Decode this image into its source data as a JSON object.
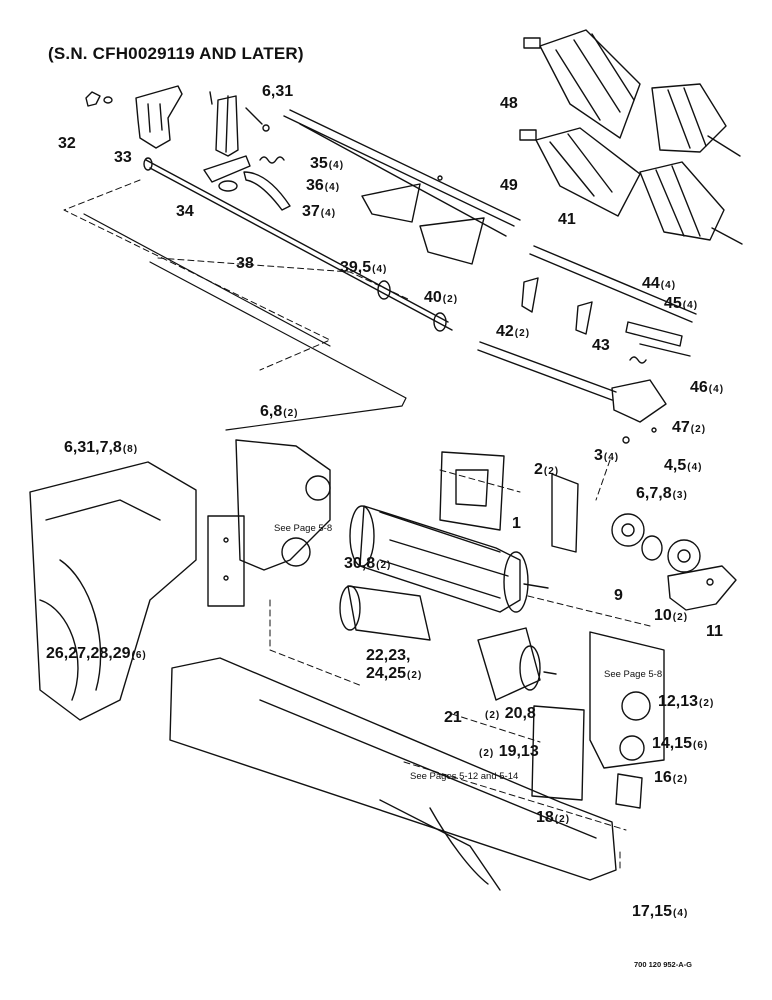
{
  "header": {
    "title": "(S.N. CFH0029119 AND LATER)"
  },
  "callouts": {
    "c6_31_top": {
      "label": "6,31",
      "qty": ""
    },
    "c32": {
      "label": "32",
      "qty": ""
    },
    "c33": {
      "label": "33",
      "qty": ""
    },
    "c34": {
      "label": "34",
      "qty": ""
    },
    "c35": {
      "label": "35",
      "qty": "(4)"
    },
    "c36": {
      "label": "36",
      "qty": "(4)"
    },
    "c37": {
      "label": "37",
      "qty": "(4)"
    },
    "c38": {
      "label": "38",
      "qty": ""
    },
    "c39_5": {
      "label": "39,5",
      "qty": "(4)"
    },
    "c40": {
      "label": "40",
      "qty": "(2)"
    },
    "c41": {
      "label": "41",
      "qty": ""
    },
    "c42": {
      "label": "42",
      "qty": "(2)"
    },
    "c43": {
      "label": "43",
      "qty": ""
    },
    "c44": {
      "label": "44",
      "qty": "(4)"
    },
    "c45": {
      "label": "45",
      "qty": "(4)"
    },
    "c46": {
      "label": "46",
      "qty": "(4)"
    },
    "c47": {
      "label": "47",
      "qty": "(2)"
    },
    "c48": {
      "label": "48",
      "qty": ""
    },
    "c49": {
      "label": "49",
      "qty": ""
    },
    "c3": {
      "label": "3",
      "qty": "(4)"
    },
    "c4_5": {
      "label": "4,5",
      "qty": "(4)"
    },
    "c6_7_8": {
      "label": "6,7,8",
      "qty": "(3)"
    },
    "c6_8": {
      "label": "6,8",
      "qty": "(2)"
    },
    "c6_31_7_8": {
      "label": "6,31,7,8",
      "qty": "(8)"
    },
    "c2": {
      "label": "2",
      "qty": "(2)"
    },
    "c1": {
      "label": "1",
      "qty": ""
    },
    "c30_8": {
      "label": "30,8",
      "qty": "(2)"
    },
    "c9": {
      "label": "9",
      "qty": ""
    },
    "c10": {
      "label": "10",
      "qty": "(2)"
    },
    "c11": {
      "label": "11",
      "qty": ""
    },
    "c26_29": {
      "label": "26,27,28,29",
      "qty": "(6)"
    },
    "c22_23": {
      "label": "22,23,",
      "qty": ""
    },
    "c24_25": {
      "label": "24,25",
      "qty": "(2)"
    },
    "c20_8": {
      "label": "20,8",
      "qty": "(2)"
    },
    "c21": {
      "label": "21",
      "qty": ""
    },
    "c12_13": {
      "label": "12,13",
      "qty": "(2)"
    },
    "c14_15": {
      "label": "14,15",
      "qty": "(6)"
    },
    "c19_13": {
      "label": "19,13",
      "qty": "(2)"
    },
    "c16": {
      "label": "16",
      "qty": "(2)"
    },
    "c18": {
      "label": "18",
      "qty": "(2)"
    },
    "c17_15": {
      "label": "17,15",
      "qty": "(4)"
    }
  },
  "notes": {
    "see_5_8_left": "See Page 5-8",
    "see_5_8_right": "See Page 5-8",
    "see_5_12": "See Pages 5-12 and 5-14"
  },
  "footer": {
    "drawing_number": "700 120 952-A-G"
  }
}
